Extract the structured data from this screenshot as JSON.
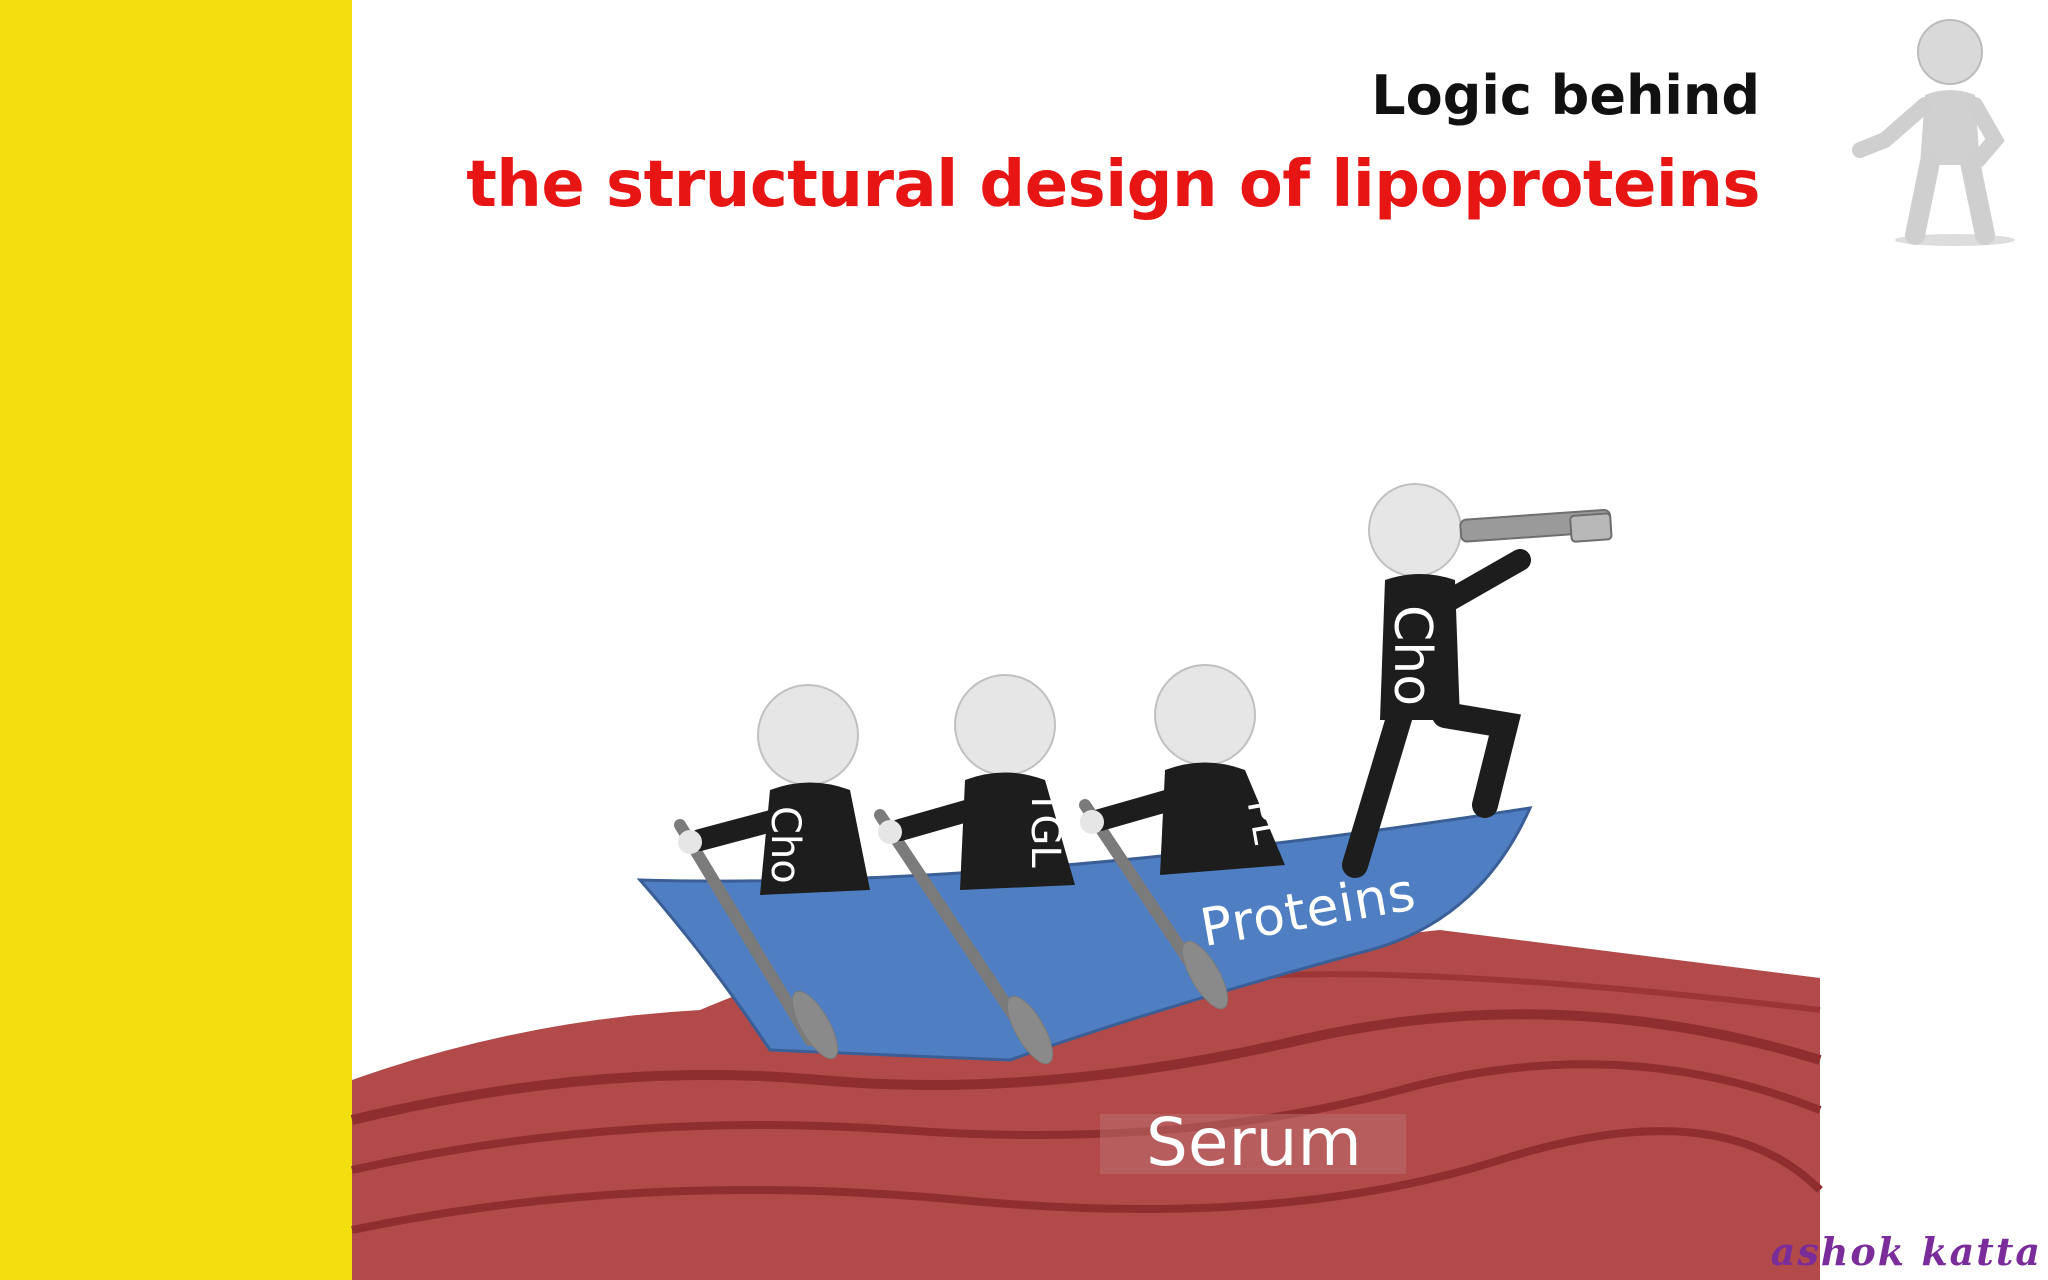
{
  "slide": {
    "title_line1": "Logic behind",
    "title_line2": "the structural design of lipoproteins",
    "rower_labels": [
      "Cho",
      "TGL",
      "PL"
    ],
    "lookout_label": "Cho",
    "boat_label": "Proteins",
    "sea_label": "Serum",
    "signature": "ashok katta"
  },
  "colors": {
    "left_band": "#f3df10",
    "title_red": "#e81515",
    "boat_blue": "#4f7fc2",
    "sea_red": "#b24a4a",
    "signature_purple": "#7a2c9a"
  },
  "icons": [
    "pointing-figure-icon",
    "rower-figure-icon",
    "lookout-figure-icon",
    "telescope-icon",
    "oar-icon",
    "boat-icon"
  ]
}
